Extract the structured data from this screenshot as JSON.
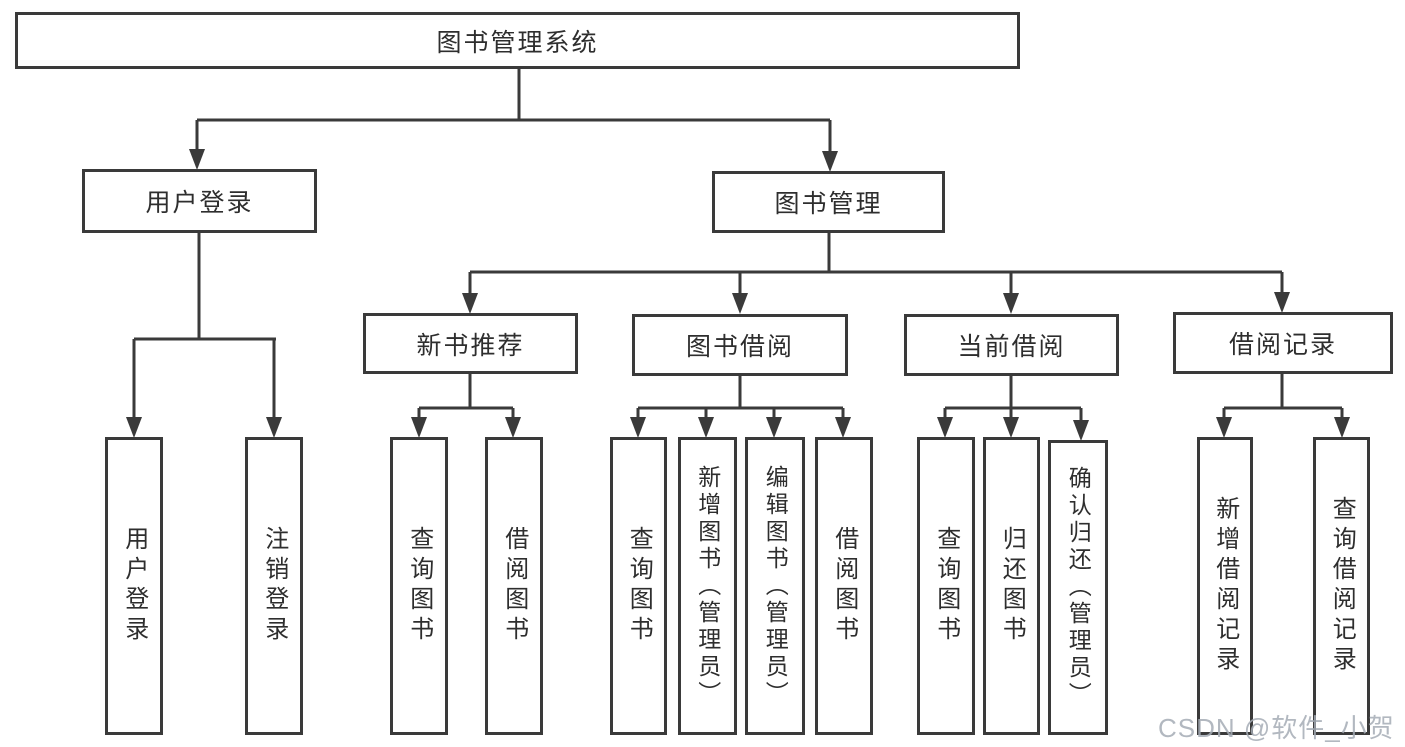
{
  "diagram": {
    "type": "hierarchy-tree",
    "root": {
      "label": "图书管理系统",
      "children": [
        {
          "label": "用户登录",
          "children": [
            {
              "label": "用户登录"
            },
            {
              "label": "注销登录"
            }
          ]
        },
        {
          "label": "图书管理",
          "children": [
            {
              "label": "新书推荐",
              "children": [
                {
                  "label": "查询图书"
                },
                {
                  "label": "借阅图书"
                }
              ]
            },
            {
              "label": "图书借阅",
              "children": [
                {
                  "label": "查询图书"
                },
                {
                  "label": "新增图书（管理员）"
                },
                {
                  "label": "编辑图书（管理员）"
                },
                {
                  "label": "借阅图书"
                }
              ]
            },
            {
              "label": "当前借阅",
              "children": [
                {
                  "label": "查询图书"
                },
                {
                  "label": "归还图书"
                },
                {
                  "label": "确认归还（管理员）"
                }
              ]
            },
            {
              "label": "借阅记录",
              "children": [
                {
                  "label": "新增借阅记录"
                },
                {
                  "label": "查询借阅记录"
                }
              ]
            }
          ]
        }
      ]
    },
    "colors": {
      "line": "#3a3a3a",
      "box_border": "#3a3a3a",
      "box_background": "#ffffff",
      "text": "#2e2e2e",
      "watermark": "#a5acb5"
    }
  },
  "watermark": {
    "text": "CSDN @软件_小贺同学"
  }
}
